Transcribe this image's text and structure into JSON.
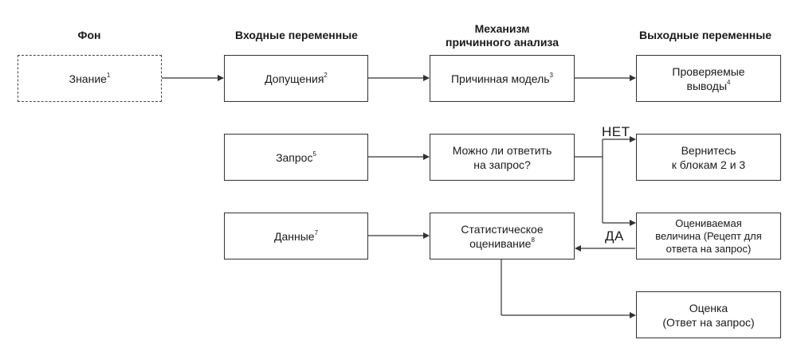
{
  "headers": {
    "background": "Фон",
    "inputs": "Входные переменные",
    "engine_line1": "Механизм",
    "engine_line2": "причинного анализа",
    "outputs": "Выходные переменные"
  },
  "nodes": {
    "knowledge": {
      "text": "Знание",
      "sup": "1"
    },
    "assumptions": {
      "text": "Допущения",
      "sup": "2"
    },
    "causal_model": {
      "text": "Причинная модель",
      "sup": "3"
    },
    "testable": {
      "line1": "Проверяемые",
      "line2": "выводы",
      "sup": "4"
    },
    "query": {
      "text": "Запрос",
      "sup": "5"
    },
    "can_answer": {
      "line1": "Можно ли ответить",
      "line2": "на запрос?"
    },
    "return_blocks": {
      "line1": "Вернитесь",
      "line2": "к блокам 2 и 3"
    },
    "data": {
      "text": "Данные",
      "sup": "7"
    },
    "estimand": {
      "line1": "Оцениваемая",
      "line2": "величина (Рецепт для",
      "line3": "ответа на запрос)"
    },
    "stat_estimation": {
      "line1": "Статистическое",
      "line2": "оценивание",
      "sup": "8"
    },
    "estimate": {
      "line1": "Оценка",
      "line2": "(Ответ на запрос)"
    }
  },
  "labels": {
    "no": "НЕТ",
    "yes": "ДА"
  },
  "colors": {
    "stroke": "#333333",
    "text": "#1a1a1a",
    "background": "#ffffff"
  }
}
